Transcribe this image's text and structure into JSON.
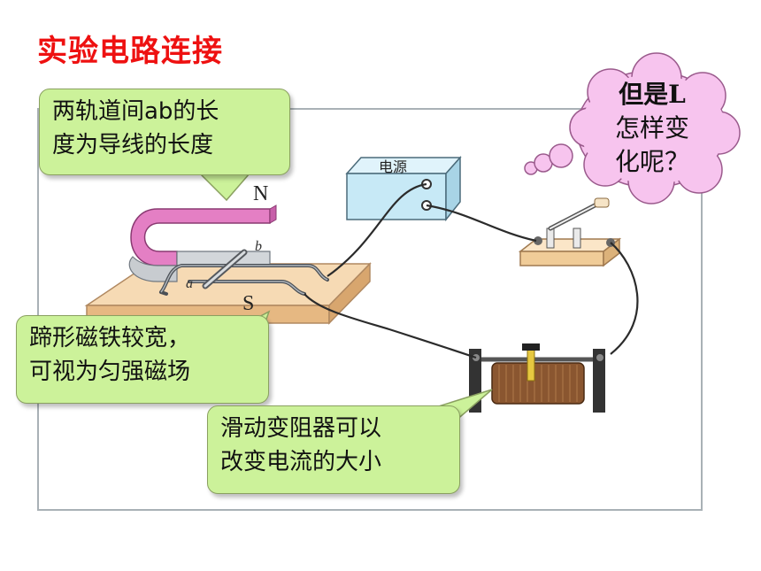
{
  "title": "实验电路连接",
  "callouts": {
    "rails": [
      "两轨道间ab的长",
      "度为导线的长度"
    ],
    "magnet": [
      "蹄形磁铁较宽，",
      "可视为匀强磁场"
    ],
    "rheostat": [
      "滑动变阻器可以",
      "改变电流的大小"
    ]
  },
  "thought": [
    "但是L",
    "怎样变",
    "化呢？"
  ],
  "labels": {
    "power_supply": "电源",
    "north": "N",
    "south": "S",
    "a": "a",
    "b": "b"
  },
  "colors": {
    "title": "#ee1111",
    "callout_fill": "#ccf29a",
    "thought_fill": "#f7c4ee",
    "magnet_n": "#e47fc4",
    "board": "#f4cf9e",
    "power_box": "#c7e9f6"
  }
}
